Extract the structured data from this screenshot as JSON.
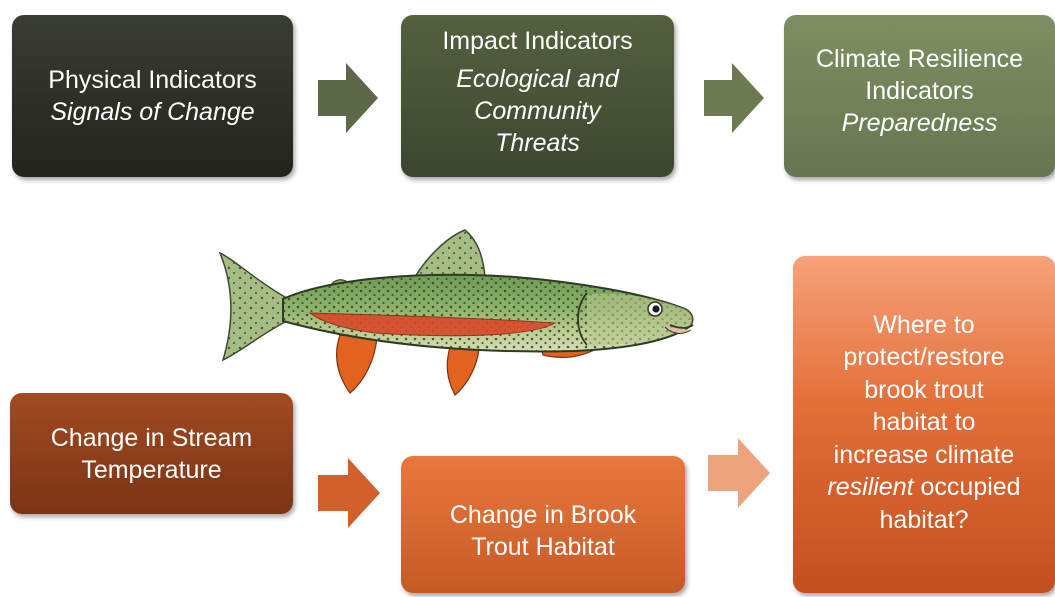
{
  "top_row": {
    "physical": {
      "title": "Physical Indicators",
      "subtitle": "Signals of Change"
    },
    "impact": {
      "title": "Impact Indicators",
      "subtitle_line1": "Ecological and",
      "subtitle_line2": "Community",
      "subtitle_line3": "Threats"
    },
    "resilience": {
      "title_line1": "Climate Resilience",
      "title_line2": "Indicators",
      "subtitle": "Preparedness"
    }
  },
  "bottom_row": {
    "stream": {
      "line1": "Change in Stream",
      "line2": "Temperature"
    },
    "brook": {
      "line1": "Change in Brook",
      "line2": "Trout Habitat"
    },
    "where": {
      "line1": "Where to",
      "line2": "protect/restore",
      "line3": "brook trout",
      "line4": "habitat to",
      "line5": "increase climate",
      "line6_italic": "resilient",
      "line6_rest": " occupied",
      "line7": "habitat?"
    }
  },
  "colors": {
    "physical": "#2c2e26",
    "impact": "#48522f",
    "resilience": "#76855a",
    "arrow_top": "#5c6847",
    "stream": "#8e3f1b",
    "brook": "#d9672f",
    "where": "#e07a48",
    "arrow_bottom": "#d2602c",
    "arrow_light": "#eea37f"
  },
  "illustration": "brook-trout-fish"
}
